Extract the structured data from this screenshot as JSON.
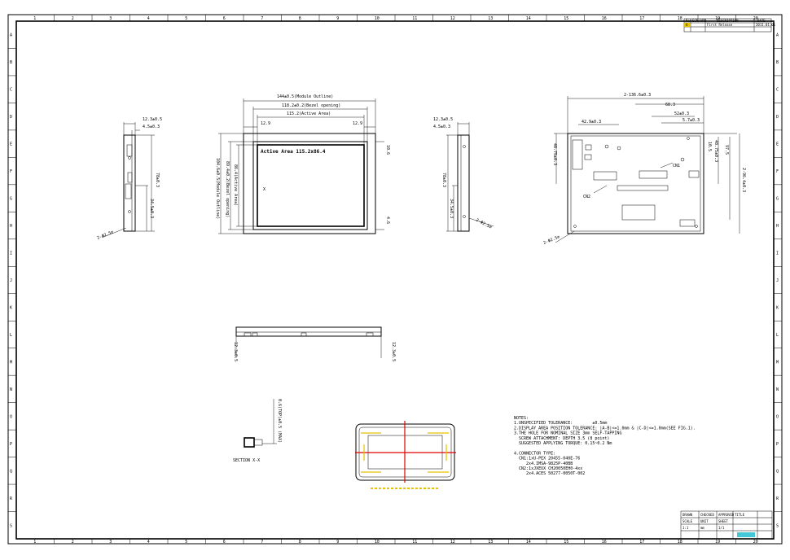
{
  "columns": [
    "1",
    "2",
    "3",
    "4",
    "5",
    "6",
    "7",
    "8",
    "9",
    "10",
    "11",
    "12",
    "13",
    "14",
    "15",
    "16",
    "17",
    "18",
    "19",
    "20"
  ],
  "rows": [
    "A",
    "B",
    "C",
    "D",
    "E",
    "F",
    "G",
    "H",
    "I",
    "J",
    "K",
    "L",
    "M",
    "N",
    "O",
    "P",
    "Q",
    "R",
    "S"
  ],
  "front": {
    "module_outline": "144±0.5(Module Outline)",
    "bezel_opening_w": "118.2±0.2(Bezel opening)",
    "active_area_w": "115.2(Active Area)",
    "left_margin": "12.9",
    "right_margin": "12.9",
    "active_label": "Active Area 115.2x86.4",
    "active_area_h": "86.4(Active Area)",
    "bezel_opening_h": "89.4±0.2(Bezel opening)",
    "module_h": "104.6±0.5(Module Outline)",
    "top_dim": "10.6",
    "bottom_dim": "4.6",
    "cross": "X"
  },
  "side_left": {
    "depth": "12.3±0.5",
    "bezel": "4.5±0.3",
    "height": "78±0.3",
    "offset": "34.5±0.3",
    "hole": "2-Φ2.5∅"
  },
  "side_right": {
    "depth": "12.3±0.5",
    "bezel": "4.5±0.3",
    "height": "78±0.3",
    "offset": "34.5±0.3",
    "hole": "2-Φ2.5∅"
  },
  "back": {
    "dim_total": "2-136.6±0.3",
    "dim_a": "68.3",
    "dim_b": "42.9±0.3",
    "dim_c": "52±0.3",
    "dim_d": "5.7±0.3",
    "dim_left_v": "48.75±0.3",
    "dim_right_v": "48.75±0.3",
    "dim_rv2": "97.5",
    "dim_rv3": "2-96.4±0.3",
    "dim_r_top": "10.5",
    "cn1": "CN1",
    "cn2": "CN2",
    "hole": "2-Φ2.5∅"
  },
  "bottom_view": {
    "left": "12.3±0.5",
    "right": "12.3±0.5"
  },
  "section": {
    "label": "SECTION X-X",
    "dim": "0.6(TOP)±0.5 (MAX)"
  },
  "notes": {
    "lines": [
      "NOTES:",
      "1.UNSPECIFIED TOLERANCE:        ±0.5mm",
      "2.DISPLAY AREA POSITION TOLERANCE: |A-B|<=1.0mm & |C-D|<=1.0mm(SEE FIG.1).",
      "3.THE HOLE FOR NOMINAL SIZE 3mm SELF-TAPPING",
      "  SCREW ATTACHMENT: DEPTH 3.5 (8 point)",
      "  SUGGESTED APPLYING TORQUE: 0.15~0.2 Nm",
      "",
      "4.CONNECTOR TYPE:",
      "  CN1:1xU-PEX 20455-040E-76",
      "     2x4.IMSA-9825P-40BB",
      "  CN2:1xJXEUX CH20050EH0-4xx",
      "     2x4.ACES 50277-0050T-002"
    ]
  },
  "revision": {
    "headers": [
      "Rev",
      "ECN/APR",
      "DESCRIPTION",
      "DATE"
    ],
    "row": [
      "A",
      "",
      "First Release",
      "2011.01.01"
    ]
  },
  "titleblock": {
    "cells": [
      "DRAWN",
      "CHECKED",
      "APPROVED",
      "TITLE",
      "SCALE",
      "UNIT",
      "SHEET"
    ],
    "values": [
      "1:1",
      "mm",
      "1/1"
    ]
  },
  "colors": {
    "ink": "#000000",
    "center_mark": "#e00000",
    "fig_mark": "#e6c200",
    "tb_accent": "#44c8d8"
  }
}
